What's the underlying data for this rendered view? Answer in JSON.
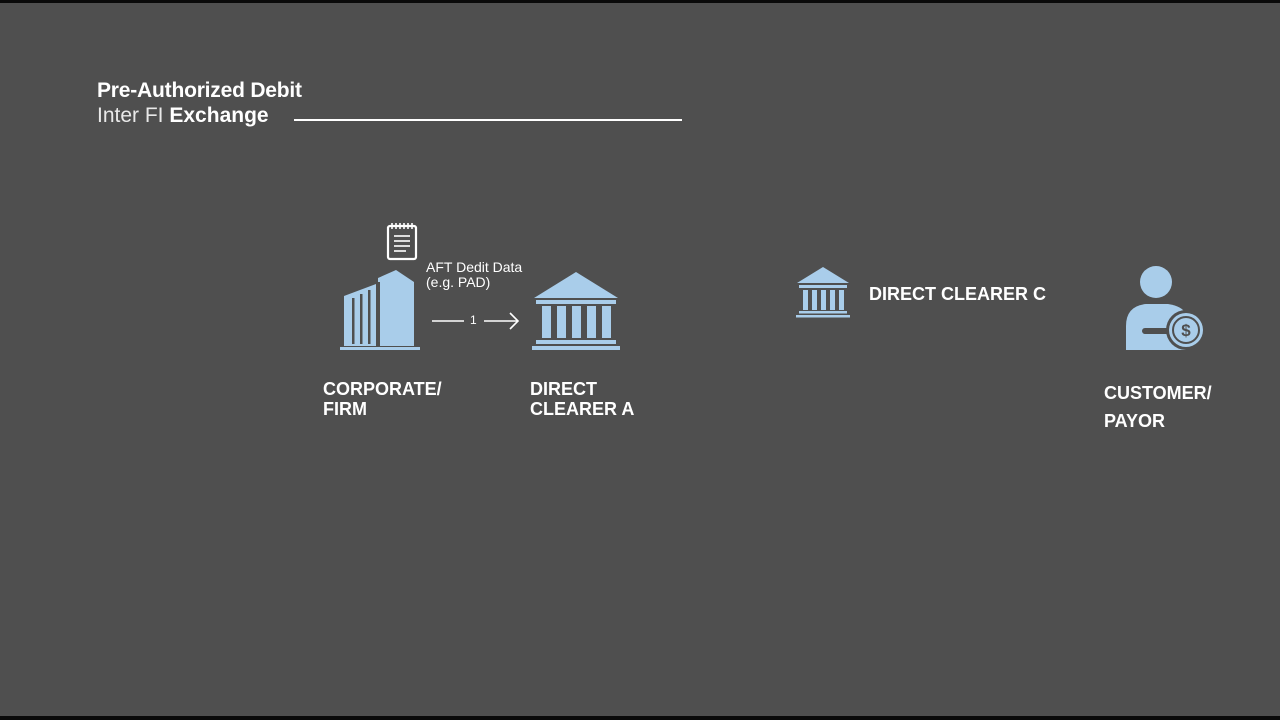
{
  "header": {
    "title": "Pre-Authorized Debit",
    "subtitle_light": "Inter FI",
    "subtitle_bold": "Exchange"
  },
  "nodes": {
    "corporate": {
      "line1": "CORPORATE/",
      "line2": "FIRM",
      "icon": "office-building-icon"
    },
    "clearer_a": {
      "line1": "DIRECT",
      "line2": "CLEARER A",
      "icon": "bank-icon"
    },
    "clearer_c": {
      "label": "DIRECT CLEARER C",
      "icon": "bank-icon"
    },
    "customer": {
      "line1": "CUSTOMER/",
      "line2": "PAYOR",
      "icon": "person-dollar-icon"
    }
  },
  "flows": [
    {
      "step": "1",
      "line1": "AFT Dedit Data",
      "line2": "(e.g. PAD)",
      "icon": "document-icon"
    }
  ],
  "colors": {
    "background": "#4f4f4f",
    "icon_blue": "#a9cdea",
    "text": "#ffffff"
  }
}
